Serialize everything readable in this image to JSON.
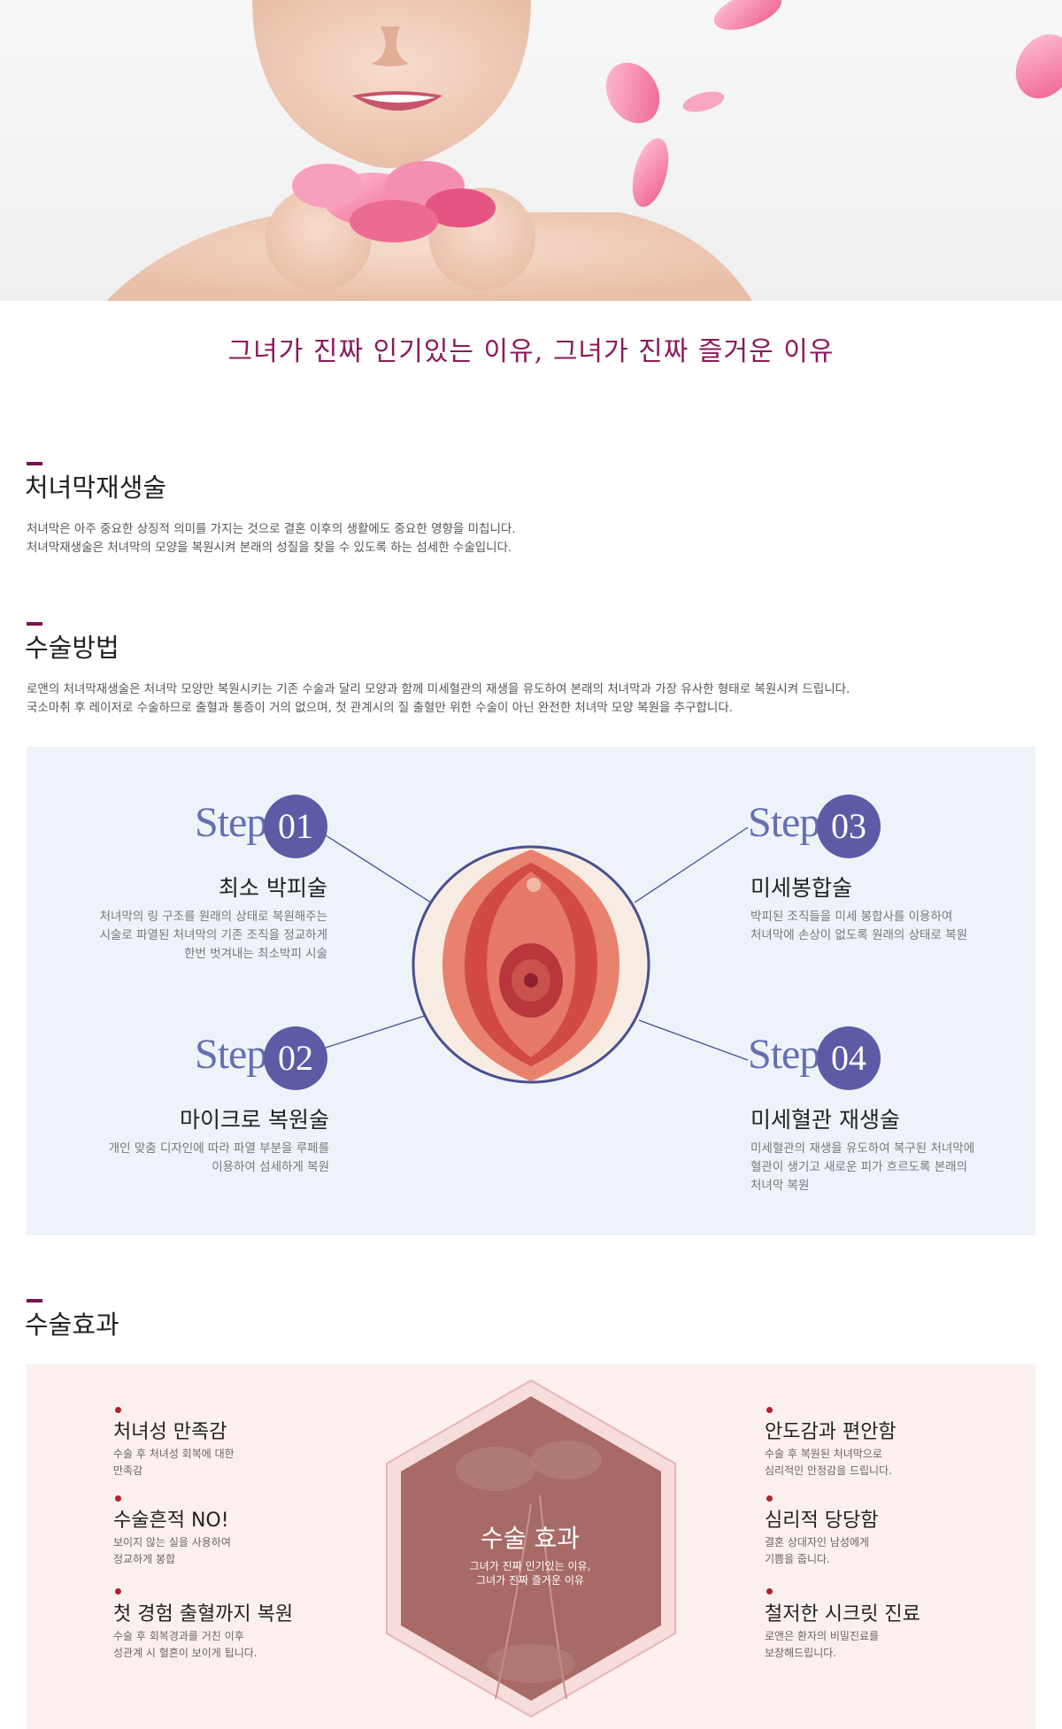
{
  "hero": {
    "image": "woman-holding-rose-petals"
  },
  "tagline": "그녀가 진짜 인기있는 이유, 그녀가 진짜 즐거운 이유",
  "section1": {
    "title": "처녀막재생술",
    "desc": [
      "처녀막은 아주 중요한 상징적 의미를 가지는 것으로 결혼 이후의 생활에도 중요한 영향을 미칩니다.",
      "처녀막재생술은 처녀막의 모양을 복원시켜 본래의 성질을 찾을 수 있도록 하는 섬세한 수술입니다."
    ]
  },
  "section2": {
    "title": "수술방법",
    "desc": [
      "로앤의 처녀막재생술은 처녀막 모양만 복원시키는 기존 수술과 달리 모양과 함께 미세혈관의 재생을 유도하여 본래의 처녀막과 가장 유사한 형태로 복원시켜 드립니다.",
      "국소마취 후 레이저로 수술하므로 출혈과 통증이 거의 없으며, 첫 관계시의 질 출혈만 위한 수술이 아닌 완전한 처녀막 모양 복원을 추구합니다."
    ]
  },
  "steps": [
    {
      "word": "Step",
      "num": "01",
      "title": "최소 박피술",
      "desc": [
        "처녀막의 링 구조를 원래의 상태로 복원해주는",
        "시술로 파열된 처녀막의 기존 조직을 정교하게",
        "한번 벗겨내는 최소박피 시술"
      ]
    },
    {
      "word": "Step",
      "num": "02",
      "title": "마이크로 복원술",
      "desc": [
        "개인 맞춤 디자인에 따라 파열 부분을 루페를",
        "이용하여 섬세하게 복원"
      ]
    },
    {
      "word": "Step",
      "num": "03",
      "title": "미세봉합술",
      "desc": [
        "박피된 조직들을 미세 봉합사를 이용하여",
        "처녀막에 손상이 없도록 원래의 상태로 복원"
      ]
    },
    {
      "word": "Step",
      "num": "04",
      "title": "미세혈관 재생술",
      "desc": [
        "미세혈관의 재생을 유도하여 복구된 처녀막에",
        "혈관이 생기고 새로운 피가 흐르도록 본래의",
        "처녀막 복원"
      ]
    }
  ],
  "section3": {
    "title": "수술효과"
  },
  "effects_center": {
    "title": "수술 효과",
    "sub": [
      "그녀가 진짜 인기있는 이유,",
      "그녀가 진짜 즐거운 이유"
    ]
  },
  "effects": [
    {
      "title": "처녀성 만족감",
      "desc": [
        "수술 후 처녀성 회복에 대한",
        "만족감"
      ]
    },
    {
      "title": "수술흔적 NO!",
      "desc": [
        "보이지 않는 실을 사용하여",
        "정교하게 봉합"
      ]
    },
    {
      "title": "첫 경험 출혈까지 복원",
      "desc": [
        "수술 후 회복경과를 거친 이후",
        "성관계 시 혈흔이 보이게 됩니다."
      ]
    },
    {
      "title": "안도감과 편안함",
      "desc": [
        "수술 후 복원된 처녀막으로",
        "심리적인 안정감을 드립니다."
      ]
    },
    {
      "title": "심리적 당당함",
      "desc": [
        "결혼 상대자인 남성에게",
        "기쁨을 줍니다."
      ]
    },
    {
      "title": "철저한 시크릿 진료",
      "desc": [
        "로앤은 환자의 비밀진료를",
        "보장해드립니다."
      ]
    }
  ],
  "colors": {
    "accent": "#7a1150",
    "step": "#5d5aa6",
    "dot": "#b0202f"
  }
}
